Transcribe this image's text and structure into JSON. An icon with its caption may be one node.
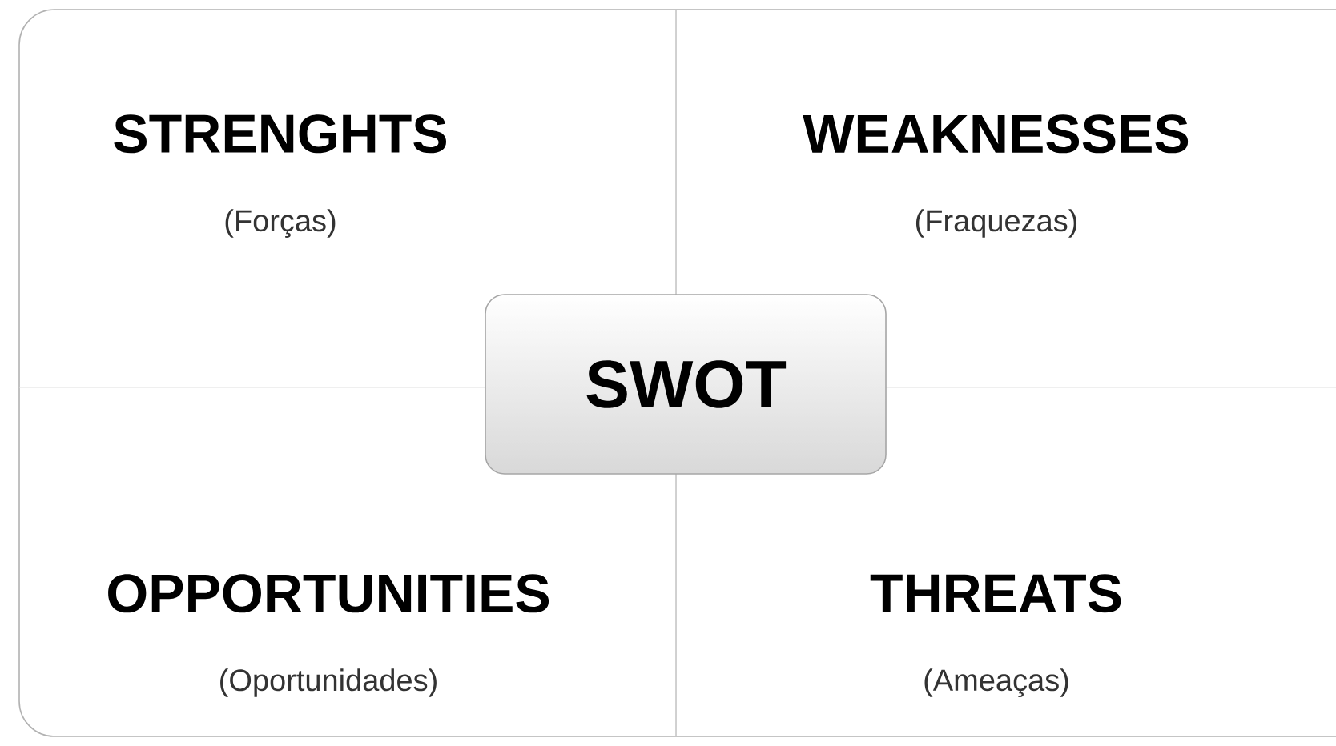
{
  "diagram": {
    "nodes": [
      {
        "text": [
          "STRENGHTS",
          "(Forças)"
        ]
      },
      {
        "text": [
          "WEAKNESSES",
          "(Fraquezas)"
        ]
      },
      {
        "text": [
          "OPPORTUNITIES",
          "(Oportunidades)"
        ]
      },
      {
        "text": [
          "THREATS",
          "(Ameaças)"
        ]
      },
      {
        "text": [
          "SWOT"
        ]
      }
    ]
  }
}
